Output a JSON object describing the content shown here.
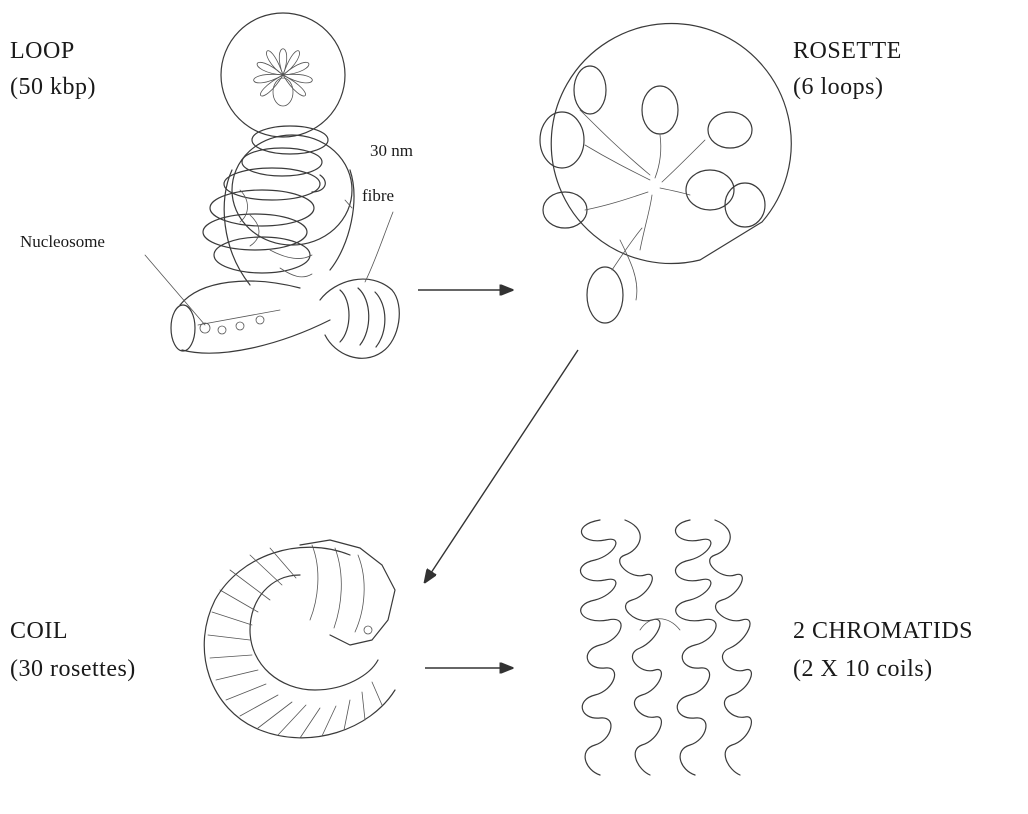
{
  "stages": {
    "loop": {
      "title": "LOOP",
      "detail": "(50 kbp)"
    },
    "rosette": {
      "title": "ROSETTE",
      "detail": "(6 loops)"
    },
    "coil": {
      "title": "COIL",
      "detail": "(30 rosettes)"
    },
    "chromatids": {
      "title": "2 CHROMATIDS",
      "detail": "(2 X 10 coils)"
    }
  },
  "annotations": {
    "fibre_size": "30 nm",
    "fibre": "fibre",
    "nucleosome": "Nucleosome"
  }
}
